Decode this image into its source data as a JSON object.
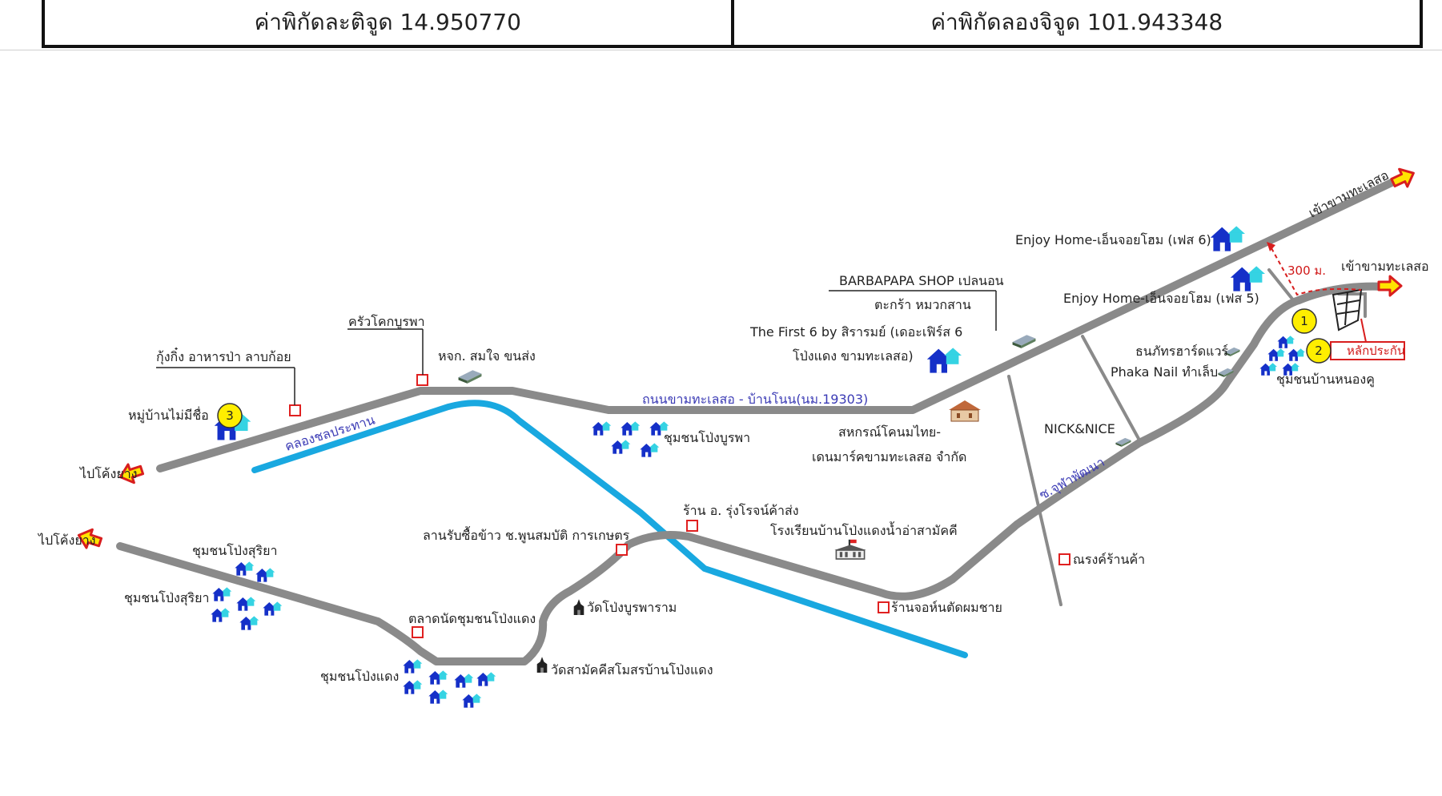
{
  "header": {
    "latitude_label": "ค่าพิกัดละติจูด 14.950770",
    "longitude_label": "ค่าพิกัดลองจิจูด 101.943348"
  },
  "colors": {
    "road": "#8a8a8a",
    "canal": "#19a8e0",
    "arrow_fill": "#ffe400",
    "arrow_stroke": "#d81e1e",
    "poi_marker": "#e02020",
    "house_blue": "#1530c8",
    "house_cyan": "#35d3e3",
    "badge_fill": "#ffee00"
  },
  "map": {
    "roads": {
      "main_road_label": "ถนนขามทะเลสอ - บ้านโนน(นม.19303)",
      "canal_label": "คลองชลประทาน",
      "soi_label": "ซ.จุฬาพัฒนา",
      "distance_label": "300 ม."
    },
    "directions": {
      "to_khung_yang_north": "ไปโค้งยาง",
      "to_khung_yang_south": "ไปโค้งยาง",
      "to_kham_thale_so_top": "เข้าขามทะเลสอ",
      "to_kham_thale_so_right": "เข้าขามทะเลสอ"
    },
    "places": {
      "enjoy_home_6": "Enjoy Home-เอ็นจอยโฮม (เฟส 6)",
      "enjoy_home_5": "Enjoy Home-เอ็นจอยโฮม (เฟส 5)",
      "barbapapa_line1": "BARBAPAPA SHOP เปลนอน",
      "barbapapa_line2": "ตะกร้า หมวกสาน",
      "first6_line1": "The First 6 by สิรารมย์ (เดอะเฟิร์ส 6",
      "first6_line2": "โป่งแดง ขามทะเลสอ)",
      "thanaphat": "ธนภัทรฮาร์ดแวร์",
      "phaka_nail": "Phaka Nail ทำเล็บ",
      "nong_khu": "ชุมชนบ้านหนองคู",
      "boundary_marker": "หลักประกัน",
      "krua_khok_burapha": "ครัวโคกบูรพา",
      "kung_king": "กุ้งกิ๋ง อาหารป่า ลาบก้อย",
      "somjai": "หจก. สมใจ ขนส่ง",
      "mu_ban_mai_mi_chue": "หมู่บ้านไม่มีชื่อ",
      "pong_burapha_community": "ชุมชนโป่งบูรพา",
      "coop_line1": "สหกรณ์โคนมไทย-",
      "coop_line2": "เดนมาร์คขามทะเลสอ จำกัด",
      "nick_nice": "NICK&NICE",
      "ruangrot_shop": "ร้าน อ. รุ่งโรจน์ค้าส่ง",
      "rice_yard": "ลานรับซื้อข้าว ช.พูนสมบัติ การเกษตร",
      "school": "โรงเรียนบ้านโป่งแดงน้ำอ่าสามัคคี",
      "pong_suriya_1": "ชุมชนโป่งสุริยา",
      "pong_suriya_2": "ชุมชนโป่งสุริยา",
      "market": "ตลาดนัดชุมชนโป่งแดง",
      "wat_pong_burapharam": "วัดโป่งบูรพาราม",
      "wat_samakkhi": "วัดสามัคคีสโมสรบ้านโป่งแดง",
      "pong_daeng_community": "ชุมชนโป่งแดง",
      "ronnarong_shop": "ณรงค์ร้านค้า",
      "barber": "ร้านจอห์นตัดผมชาย"
    },
    "badges": [
      "1",
      "2",
      "3"
    ]
  }
}
